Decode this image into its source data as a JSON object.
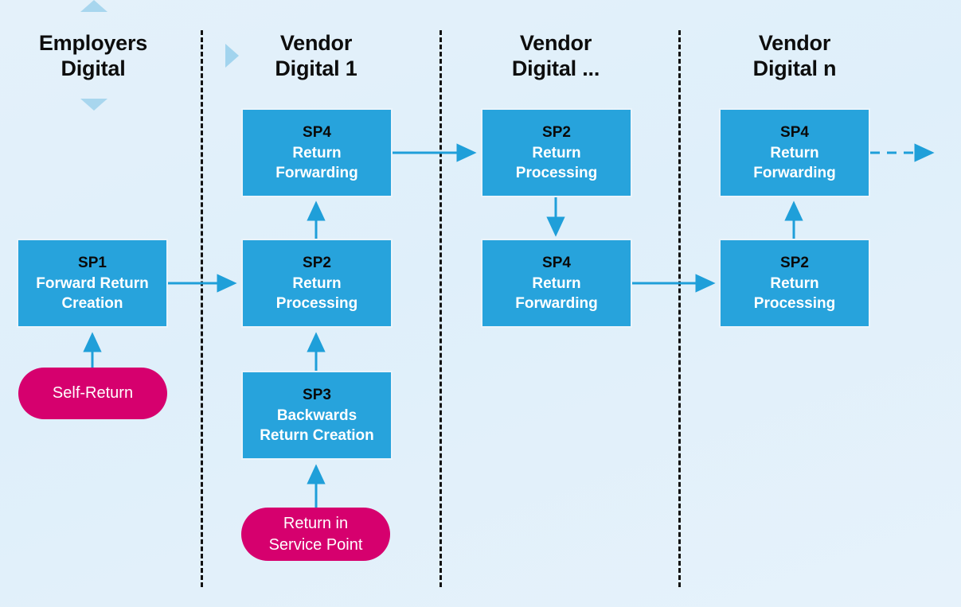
{
  "diagram": {
    "background_color": "#e4f1fa",
    "box_color": "#27A3DC",
    "pill_color": "#D6006E",
    "connector_color": "#1F9FD9",
    "divider_color": "#111111",
    "decoration_color": "#a8d6ee"
  },
  "lanes": [
    {
      "id": "employers-digital",
      "line1": "Employers",
      "line2": "Digital"
    },
    {
      "id": "vendor-digital-1",
      "line1": "Vendor",
      "line2": "Digital 1"
    },
    {
      "id": "vendor-digital-x",
      "line1": "Vendor",
      "line2": "Digital ..."
    },
    {
      "id": "vendor-digital-n",
      "line1": "Vendor",
      "line2": "Digital n"
    }
  ],
  "boxes": [
    {
      "id": "sp1-forward-return-creation",
      "lane": "employers-digital",
      "code": "SP1",
      "line1": "Forward Return",
      "line2": "Creation"
    },
    {
      "id": "sp4-return-forwarding-v1",
      "lane": "vendor-digital-1",
      "code": "SP4",
      "line1": "Return",
      "line2": "Forwarding"
    },
    {
      "id": "sp2-return-processing-v1",
      "lane": "vendor-digital-1",
      "code": "SP2",
      "line1": "Return",
      "line2": "Processing"
    },
    {
      "id": "sp3-backwards-return-creation",
      "lane": "vendor-digital-1",
      "code": "SP3",
      "line1": "Backwards",
      "line2": "Return Creation"
    },
    {
      "id": "sp2-return-processing-vx",
      "lane": "vendor-digital-x",
      "code": "SP2",
      "line1": "Return",
      "line2": "Processing"
    },
    {
      "id": "sp4-return-forwarding-vx",
      "lane": "vendor-digital-x",
      "code": "SP4",
      "line1": "Return",
      "line2": "Forwarding"
    },
    {
      "id": "sp4-return-forwarding-vn",
      "lane": "vendor-digital-n",
      "code": "SP4",
      "line1": "Return",
      "line2": "Forwarding"
    },
    {
      "id": "sp2-return-processing-vn",
      "lane": "vendor-digital-n",
      "code": "SP2",
      "line1": "Return",
      "line2": "Processing"
    }
  ],
  "pills": [
    {
      "id": "self-return",
      "lane": "employers-digital",
      "line1": "Self-Return",
      "line2": ""
    },
    {
      "id": "return-in-service-point",
      "lane": "vendor-digital-1",
      "line1": "Return in",
      "line2": "Service Point"
    }
  ],
  "connectors": [
    {
      "id": "self-return-to-sp1",
      "style": "solid",
      "direction": "up"
    },
    {
      "id": "sp1-to-sp2-v1",
      "style": "solid",
      "direction": "right"
    },
    {
      "id": "return-in-service-point-to-sp3",
      "style": "solid",
      "direction": "up"
    },
    {
      "id": "sp3-to-sp2-v1",
      "style": "solid",
      "direction": "up"
    },
    {
      "id": "sp2-v1-to-sp4-v1",
      "style": "solid",
      "direction": "up"
    },
    {
      "id": "sp4-v1-to-sp2-vx",
      "style": "solid",
      "direction": "right"
    },
    {
      "id": "sp2-vx-to-sp4-vx",
      "style": "solid",
      "direction": "down"
    },
    {
      "id": "sp4-vx-to-sp2-vn",
      "style": "solid",
      "direction": "right"
    },
    {
      "id": "sp2-vn-to-sp4-vn",
      "style": "solid",
      "direction": "up"
    },
    {
      "id": "sp4-vn-to-next",
      "style": "dashed",
      "direction": "right"
    }
  ],
  "decorations": [
    {
      "id": "lane-marker-up",
      "shape": "triangle-up"
    },
    {
      "id": "lane-marker-down",
      "shape": "triangle-down"
    },
    {
      "id": "lane-marker-right",
      "shape": "triangle-right"
    }
  ]
}
